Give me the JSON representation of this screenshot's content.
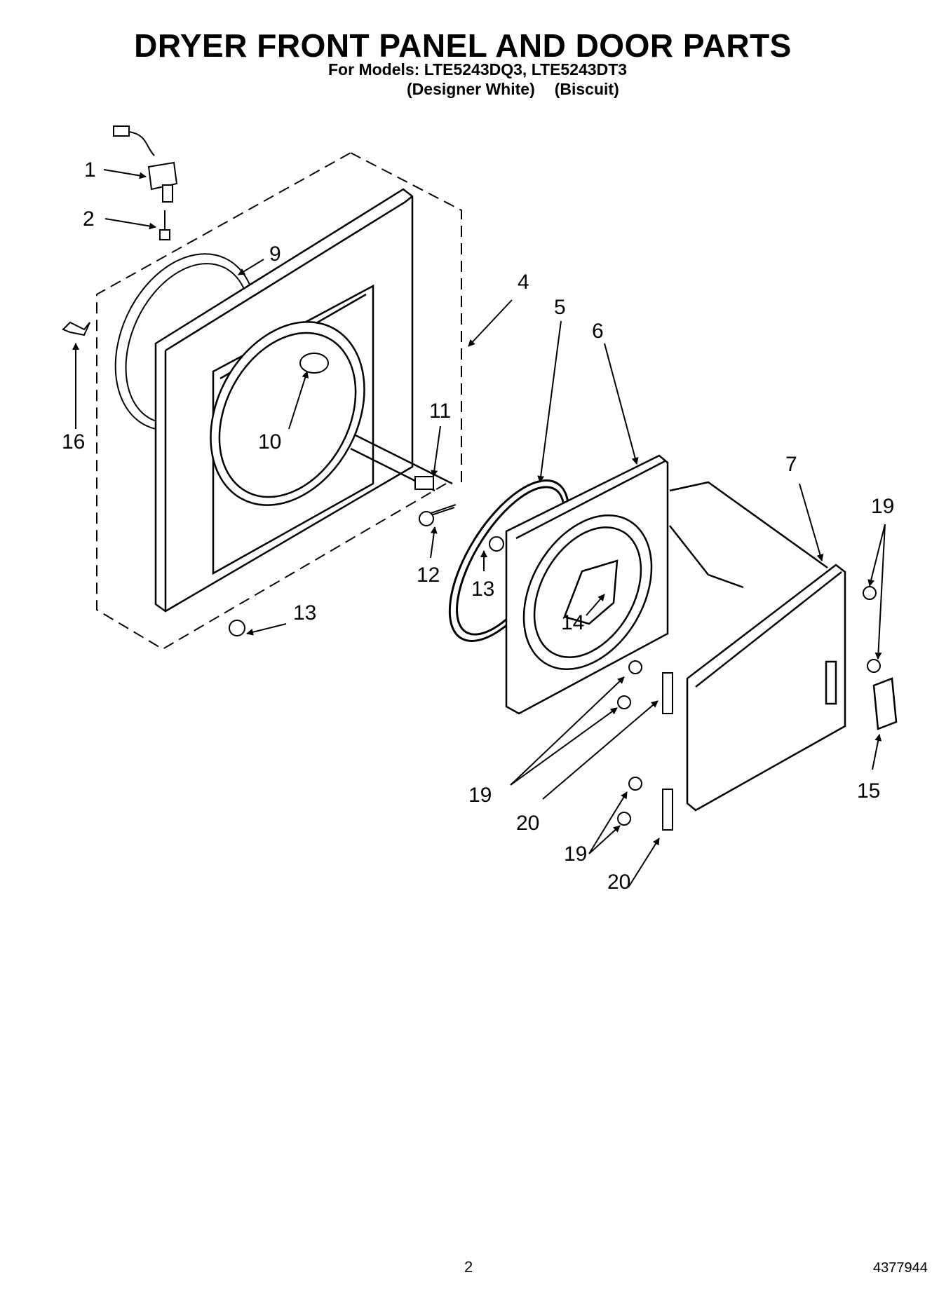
{
  "header": {
    "title": "DRYER FRONT PANEL AND DOOR PARTS",
    "models": "For Models: LTE5243DQ3, LTE5243DT3",
    "finish_1": "(Designer White)",
    "finish_2": "(Biscuit)"
  },
  "callouts": {
    "c1": "1",
    "c2": "2",
    "c4": "4",
    "c5": "5",
    "c6": "6",
    "c7": "7",
    "c9": "9",
    "c10": "10",
    "c11": "11",
    "c12": "12",
    "c13a": "13",
    "c13b": "13",
    "c14": "14",
    "c15": "15",
    "c16": "16",
    "c19a": "19",
    "c19b": "19",
    "c19c": "19",
    "c20a": "20",
    "c20b": "20"
  },
  "footer": {
    "page_number": "2",
    "document_number": "4377944"
  }
}
